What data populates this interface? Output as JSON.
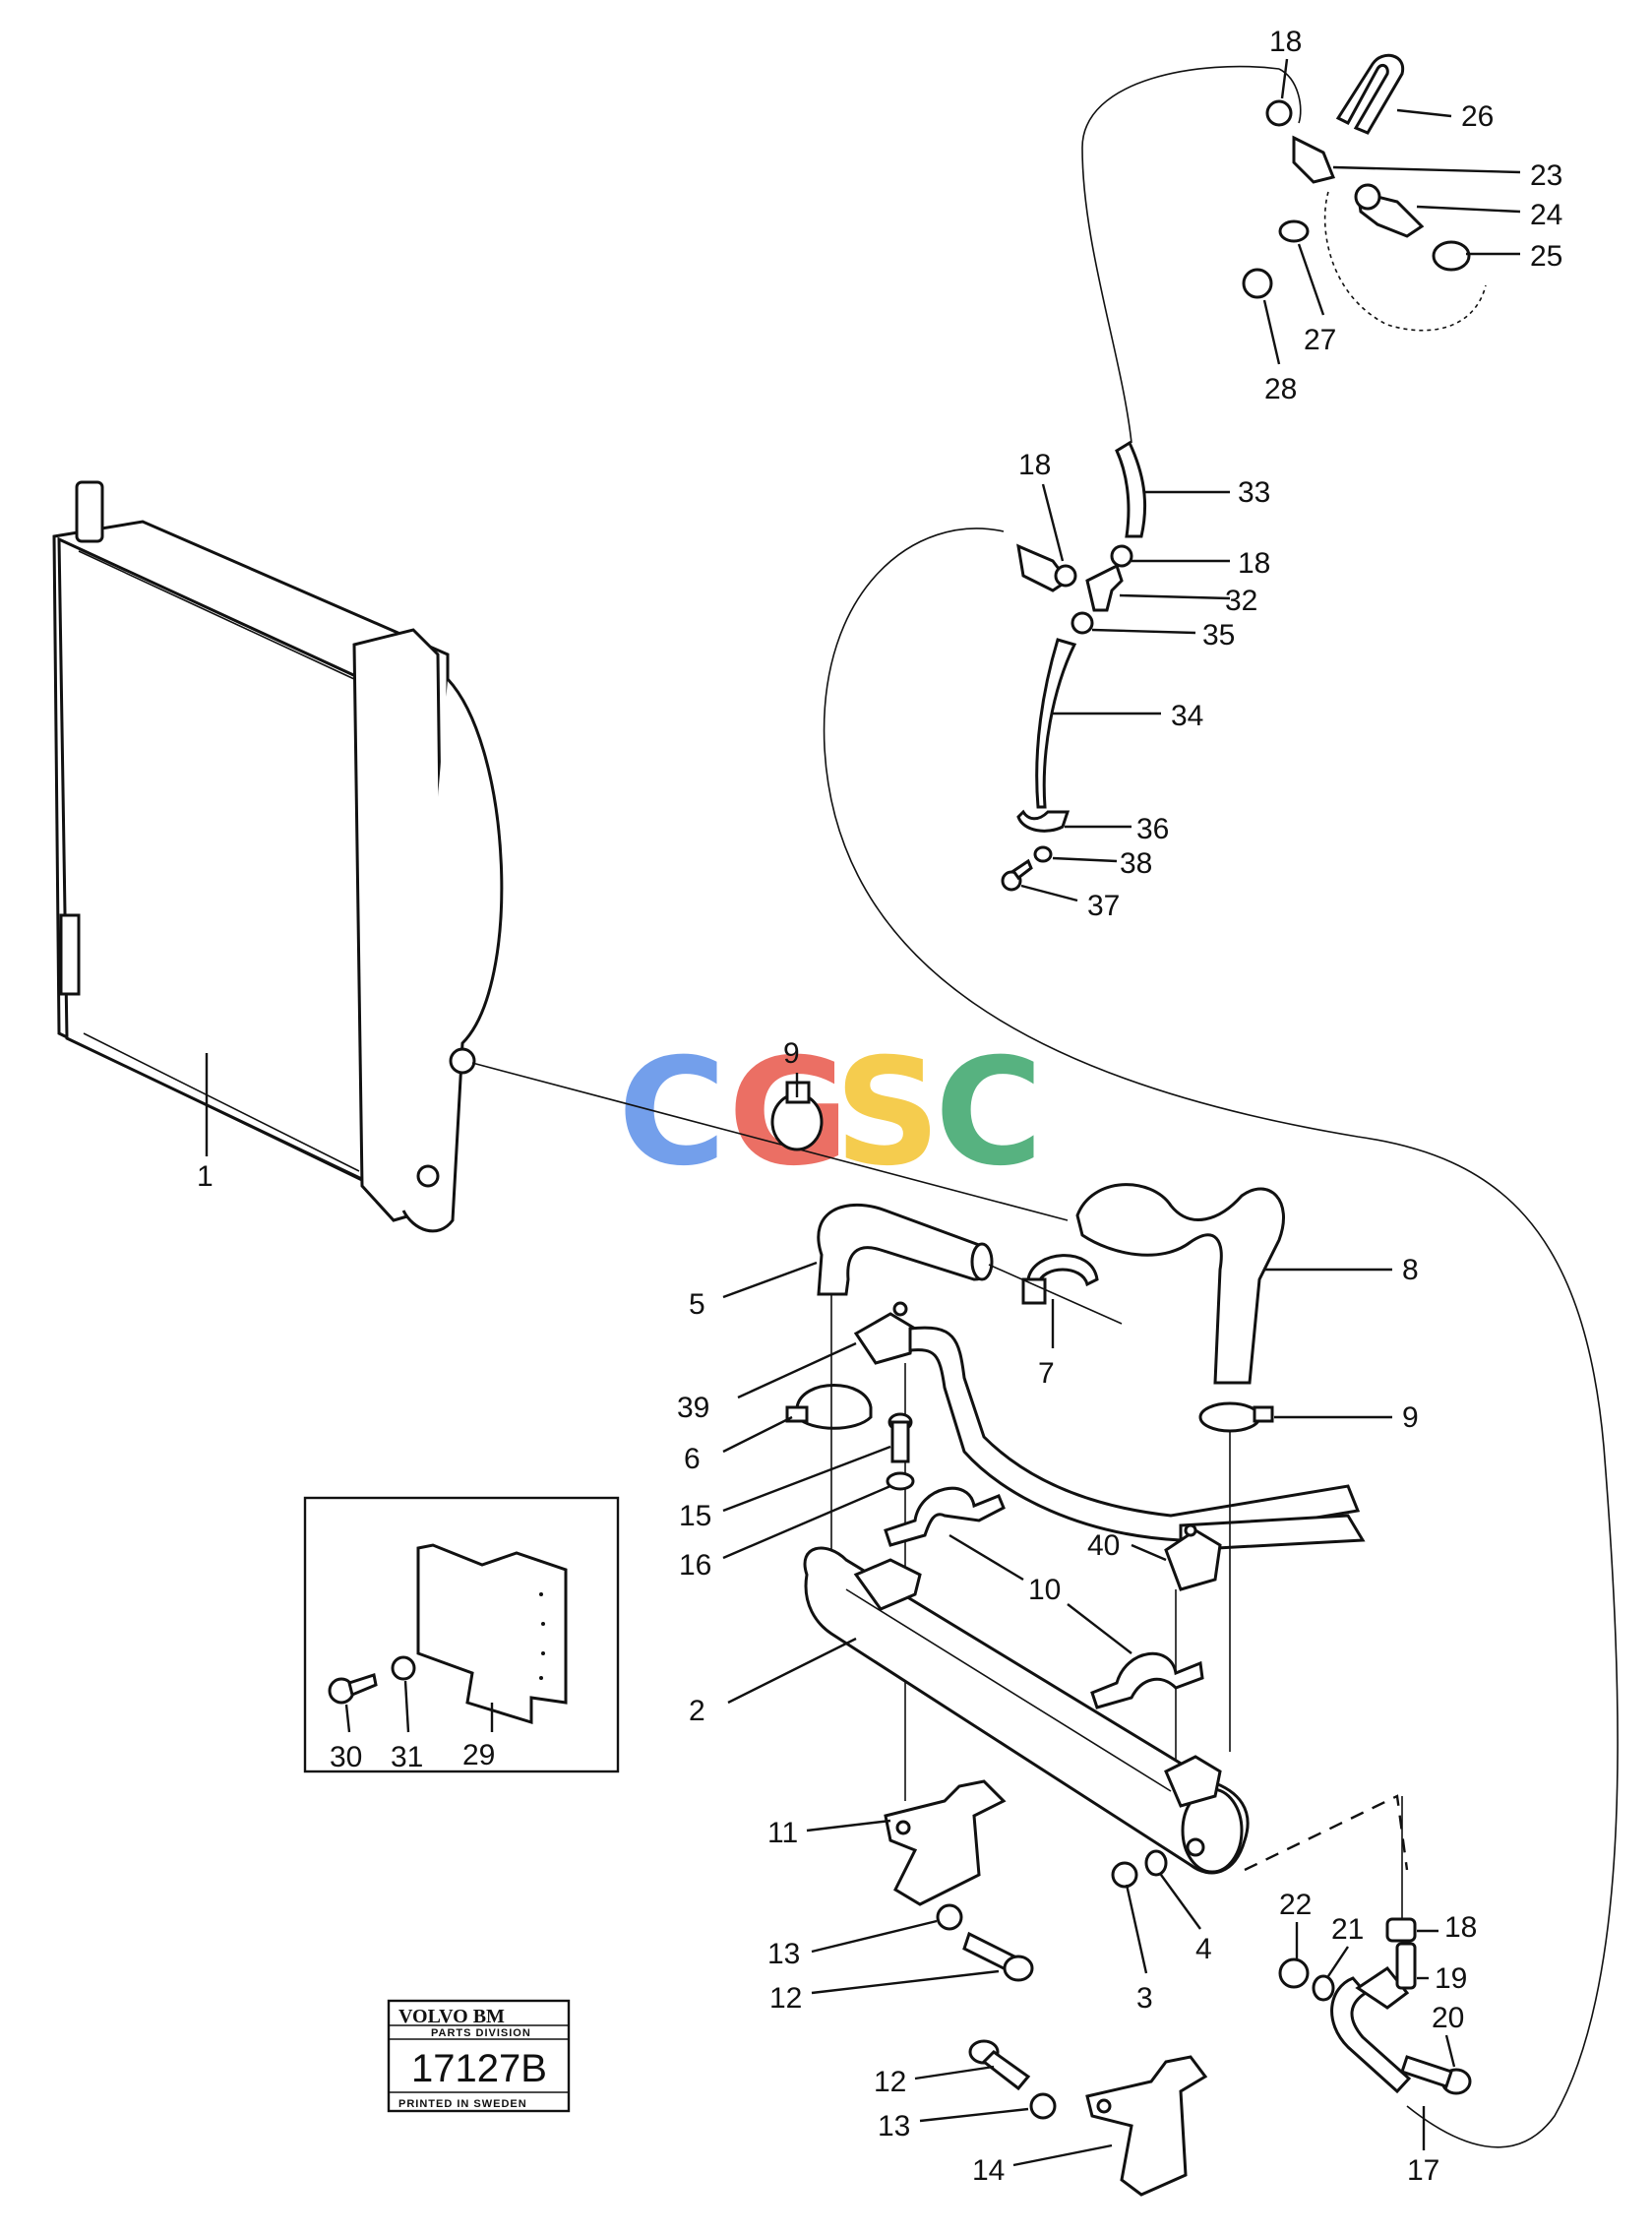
{
  "watermark": {
    "letters": [
      "C",
      "G",
      "S",
      "C"
    ],
    "colors": [
      "#5b8fe8",
      "#e8564a",
      "#f4c430",
      "#3aa56b"
    ]
  },
  "stamp": {
    "brand": "VOLVO BM",
    "division": "PARTS DIVISION",
    "number": "17127B",
    "printed": "PRINTED IN SWEDEN"
  },
  "labels": {
    "l1": "1",
    "l2": "2",
    "l3": "3",
    "l4": "4",
    "l5": "5",
    "l6": "6",
    "l7": "7",
    "l8": "8",
    "l9a": "9",
    "l9b": "9",
    "l10": "10",
    "l11": "11",
    "l12a": "12",
    "l12b": "12",
    "l13a": "13",
    "l13b": "13",
    "l14": "14",
    "l15": "15",
    "l16": "16",
    "l17": "17",
    "l18a": "18",
    "l18b": "18",
    "l18c": "18",
    "l18d": "18",
    "l19": "19",
    "l20": "20",
    "l21": "21",
    "l22": "22",
    "l23": "23",
    "l24": "24",
    "l25": "25",
    "l26": "26",
    "l27": "27",
    "l28": "28",
    "l29": "29",
    "l30": "30",
    "l31": "31",
    "l32": "32",
    "l33": "33",
    "l34": "34",
    "l35": "35",
    "l36": "36",
    "l37": "37",
    "l38": "38",
    "l39": "39",
    "l40": "40"
  }
}
